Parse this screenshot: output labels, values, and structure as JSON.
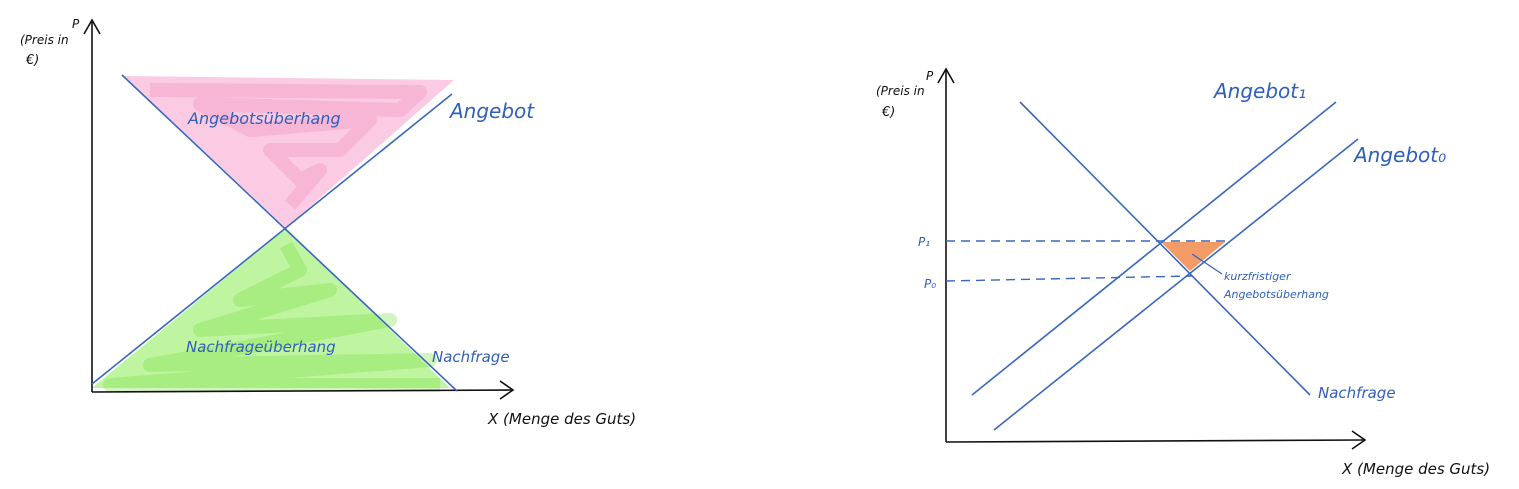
{
  "colors": {
    "axis": "#111111",
    "curve": "#3a67bd",
    "label": "#2f5fb8",
    "pink": "#f7a9cf",
    "green": "#9cf06e",
    "orange": "#f08a4b"
  },
  "left": {
    "y_axis_label_1": "(Preis in",
    "y_axis_label_2": "€)",
    "y_axis_symbol": "P",
    "x_axis_label": "X (Menge des Guts)",
    "supply_label": "Angebot",
    "demand_label": "Nachfrage",
    "surplus_supply_label": "Angebotsüberhang",
    "surplus_demand_label": "Nachfrageüberhang"
  },
  "right": {
    "y_axis_label_1": "(Preis in",
    "y_axis_label_2": "€)",
    "y_axis_symbol": "P",
    "x_axis_label": "X (Menge des Guts)",
    "supply1_label": "Angebot₁",
    "supply0_label": "Angebot₀",
    "demand_label": "Nachfrage",
    "p1_label": "P₁",
    "p0_label": "P₀",
    "annotation_1": "kurzfristiger",
    "annotation_2": "Angebotsüberhang"
  }
}
